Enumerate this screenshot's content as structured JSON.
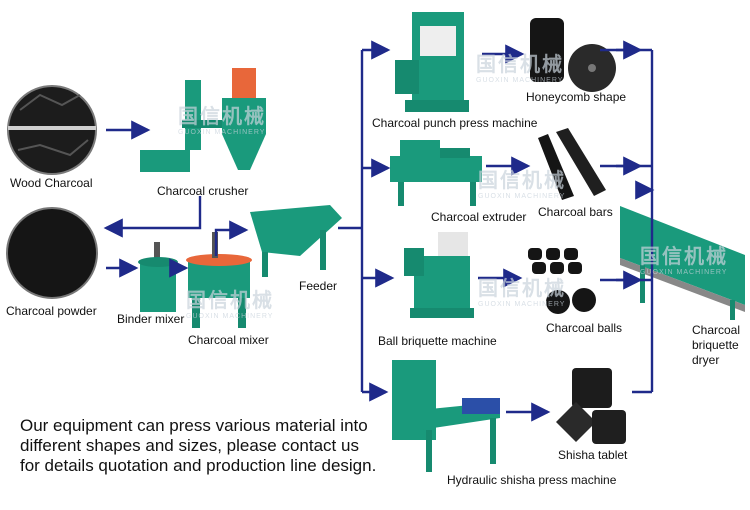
{
  "labels": {
    "wood_charcoal": "Wood Charcoal",
    "charcoal_crusher": "Charcoal crusher",
    "charcoal_powder": "Charcoal powder",
    "binder_mixer": "Binder mixer",
    "charcoal_mixer": "Charcoal mixer",
    "feeder": "Feeder",
    "punch_press": "Charcoal punch press machine",
    "honeycomb": "Honeycomb shape",
    "extruder": "Charcoal extruder",
    "bars": "Charcoal bars",
    "ball_press": "Ball briquette machine",
    "balls": "Charcoal balls",
    "shisha_press": "Hydraulic shisha press machine",
    "shisha_tablet": "Shisha tablet",
    "dryer_1": "Charcoal",
    "dryer_2": "briquette",
    "dryer_3": "dryer"
  },
  "note": "Our equipment can press various material into different shapes and sizes, please contact us for details quotation and production line design.",
  "watermark": {
    "cn": "国信机械",
    "en": "GUOXIN MACHINERY"
  },
  "colors": {
    "arrow": "#1f2a8a",
    "machine": "#1a9a7c",
    "accent": "#e8673a"
  }
}
